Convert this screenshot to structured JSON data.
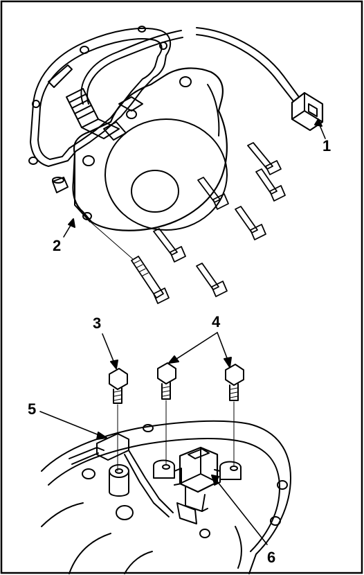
{
  "callouts": {
    "c1": "1",
    "c2": "2",
    "c3": "3",
    "c4": "4",
    "c5": "5",
    "c6": "6"
  },
  "colors": {
    "line": "#000000",
    "paper": "#ffffff",
    "shade": "#d9d9d9"
  }
}
